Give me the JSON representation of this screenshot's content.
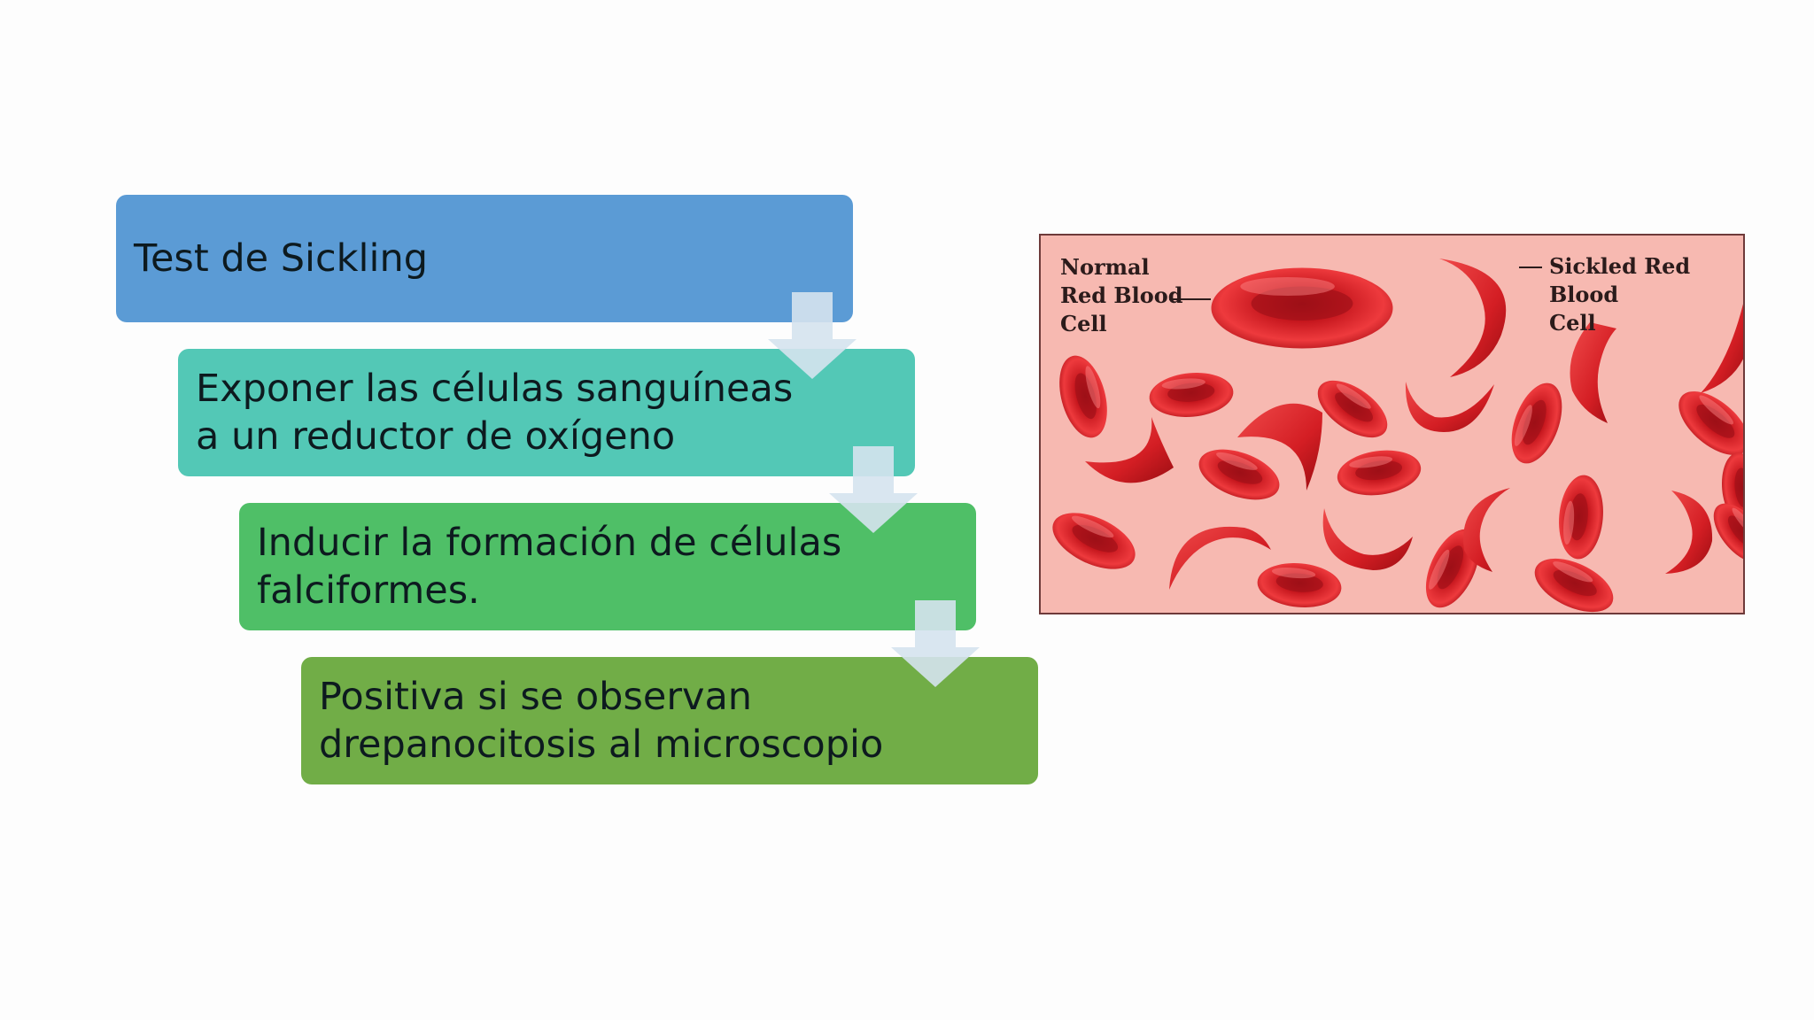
{
  "flow": {
    "steps": [
      {
        "text": "Test de Sickling",
        "color": "#5b9bd5"
      },
      {
        "text": "Exponer las células sanguíneas\na un reductor de oxígeno",
        "color": "#53c8b6"
      },
      {
        "text": "Inducir la formación de células\nfalciformes.",
        "color": "#4fbf67"
      },
      {
        "text": "Positiva si se observan\ndrepanocitosis al microscopio",
        "color": "#71ad47"
      }
    ],
    "arrow_color": "#d5e3ee"
  },
  "figure": {
    "normal_label": "Normal\nRed Blood\nCell",
    "sickled_label": "Sickled Red Blood\nCell",
    "background_color": "#f7b9b1",
    "cell_color": "#e0262c"
  }
}
